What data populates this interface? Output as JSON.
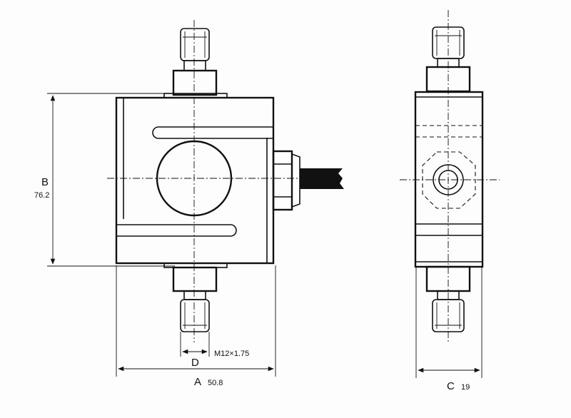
{
  "dimensions": {
    "height": {
      "letter": "B",
      "value": "76.2"
    },
    "width": {
      "letter": "A",
      "value": "50.8"
    },
    "thread": {
      "letter": "D",
      "value": "M12×1.75"
    },
    "thickness": {
      "letter": "C",
      "value": "19"
    }
  }
}
